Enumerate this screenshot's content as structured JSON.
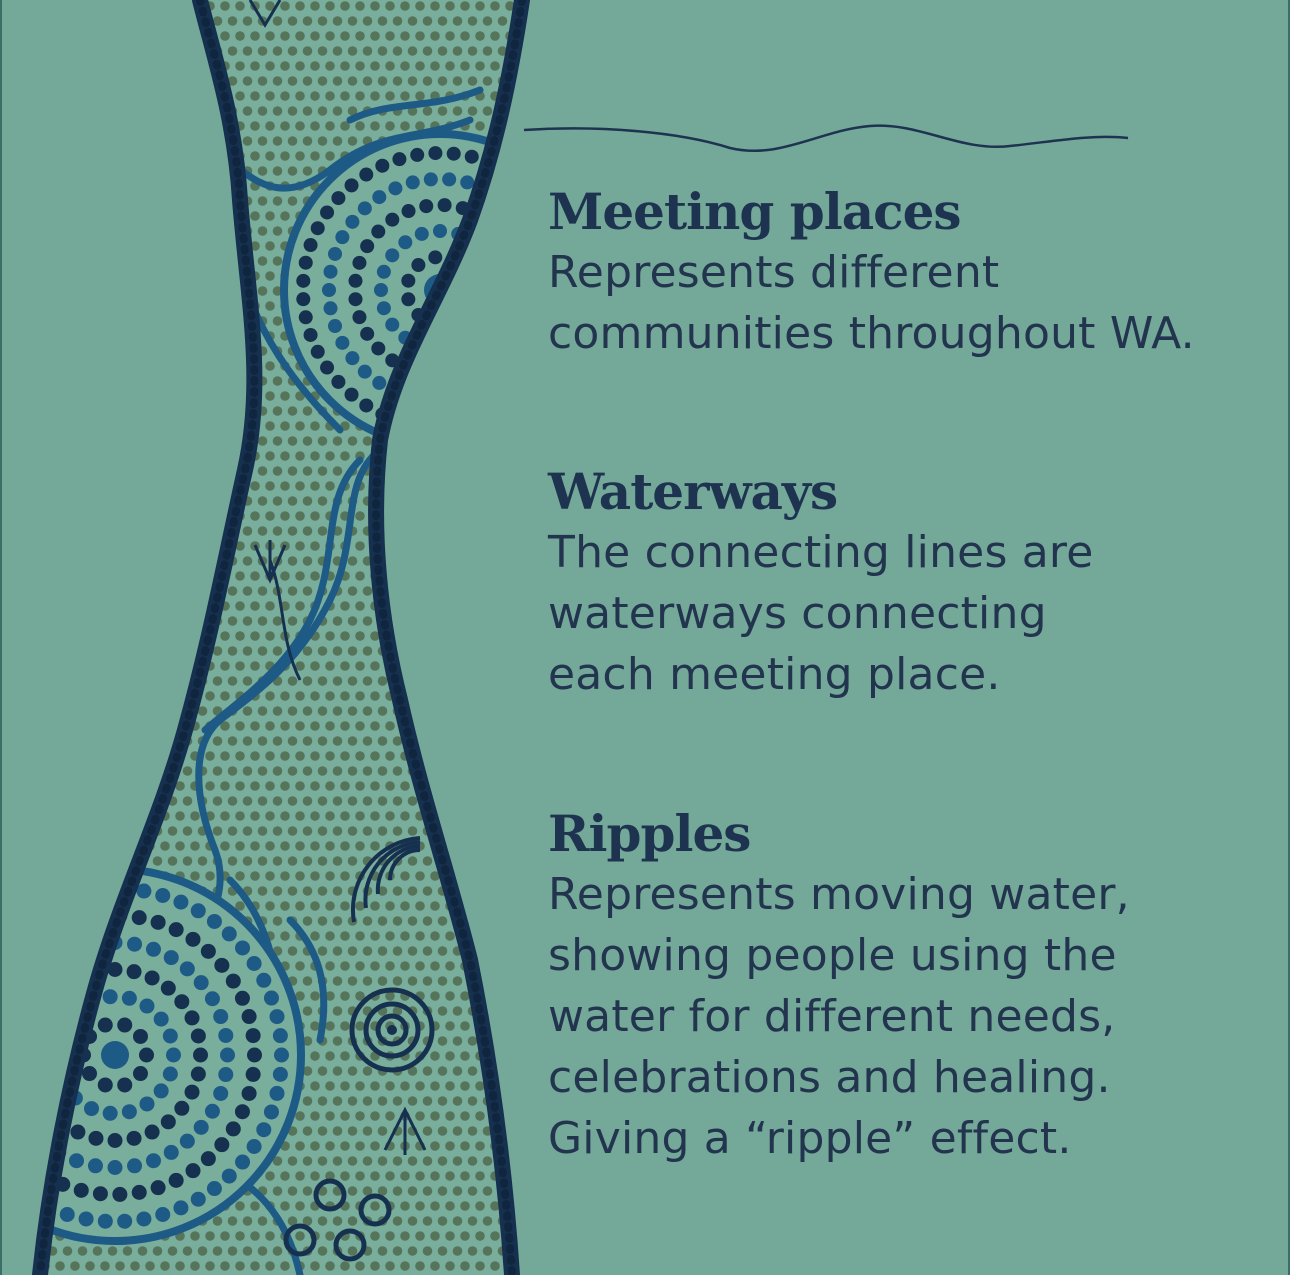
{
  "colors": {
    "background": "#74a899",
    "text_dark": "#1e3350",
    "outline_navy": "#16304f",
    "river_blue": "#1d5a86",
    "dot_olive": "#4f6a4f"
  },
  "sections": [
    {
      "heading": "Meeting places",
      "lines": [
        "Represents different",
        "communities throughout WA."
      ]
    },
    {
      "heading": "Waterways",
      "lines": [
        "The connecting lines are",
        "waterways connecting",
        "each meeting place."
      ]
    },
    {
      "heading": "Ripples",
      "lines": [
        "Represents moving water,",
        "showing people using the",
        "water for different needs,",
        "celebrations and healing.",
        "Giving a “ripple” effect."
      ]
    }
  ]
}
